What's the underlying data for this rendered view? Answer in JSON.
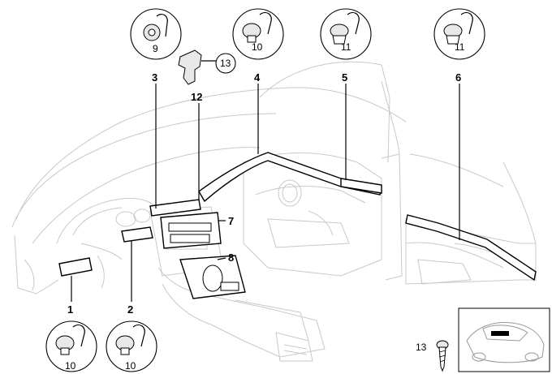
{
  "diagram": {
    "title": "Interior trim strips – exploded parts diagram",
    "callouts": [
      {
        "id": "1",
        "label": "1",
        "fastener_ref": "10",
        "description": "Trim strip, dashboard left end"
      },
      {
        "id": "2",
        "label": "2",
        "fastener_ref": "10",
        "description": "Trim strip, dashboard left"
      },
      {
        "id": "3",
        "label": "3",
        "fastener_ref": "9",
        "description": "Trim strip, instrument cluster"
      },
      {
        "id": "4",
        "label": "4",
        "fastener_ref": "10",
        "description": "Trim strip, dashboard right"
      },
      {
        "id": "5",
        "label": "5",
        "fastener_ref": "11",
        "description": "Trim strip, front door"
      },
      {
        "id": "6",
        "label": "6",
        "fastener_ref": "11",
        "description": "Trim strip, rear door"
      },
      {
        "id": "7",
        "label": "7",
        "fastener_ref": "",
        "description": "Trim, radio/climate panel"
      },
      {
        "id": "8",
        "label": "8",
        "fastener_ref": "",
        "description": "Trim, center console"
      },
      {
        "id": "12",
        "label": "12",
        "fastener_ref": "13",
        "description": "Bracket"
      }
    ],
    "detail_circles": [
      {
        "part": "9",
        "label": "9",
        "icon": "clip-round-icon"
      },
      {
        "part": "10",
        "label": "10",
        "icon": "clip-mushroom-icon"
      },
      {
        "part": "11",
        "label": "11",
        "icon": "clip-expansion-icon"
      },
      {
        "part": "11b",
        "label": "11",
        "icon": "clip-expansion-icon"
      },
      {
        "part": "10b",
        "label": "10",
        "icon": "clip-mushroom-icon"
      },
      {
        "part": "10c",
        "label": "10",
        "icon": "clip-mushroom-icon"
      }
    ],
    "bracket_ref": {
      "label": "13"
    },
    "screw": {
      "label": "13",
      "icon": "screw-icon"
    },
    "inset": {
      "icon": "car-overview-icon",
      "description": "Vehicle location overview"
    }
  }
}
